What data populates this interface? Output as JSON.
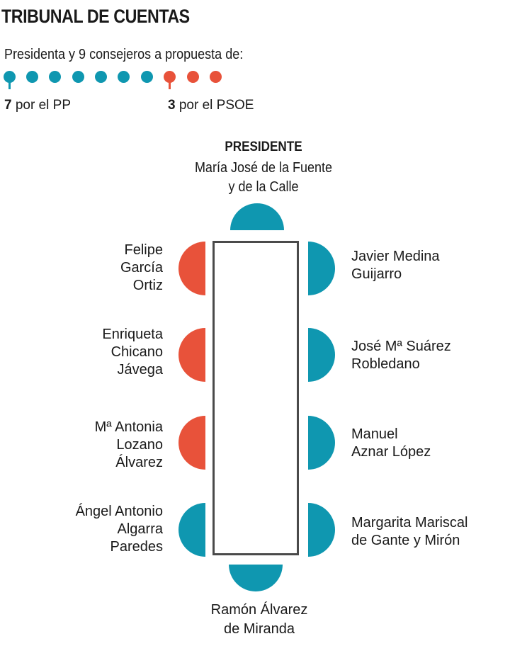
{
  "colors": {
    "pp": "#0f97b0",
    "psoe": "#e8523a",
    "table_border": "#4a4a4a"
  },
  "title": "TRIBUNAL DE CUENTAS",
  "subtitle": "Presidenta y 9 consejeros a propuesta de:",
  "dots": [
    "pp",
    "pp",
    "pp",
    "pp",
    "pp",
    "pp",
    "pp",
    "psoe",
    "psoe",
    "psoe"
  ],
  "legend": {
    "pp": {
      "count": "7",
      "text": " por el PP"
    },
    "psoe": {
      "count": "3",
      "text": " por el PSOE"
    }
  },
  "president": {
    "label": "PRESIDENTE",
    "name_line1": "María José de la Fuente",
    "name_line2": "y de la Calle",
    "party": "pp"
  },
  "left_seats": [
    {
      "lines": [
        "Felipe",
        "García",
        "Ortiz"
      ],
      "party": "psoe"
    },
    {
      "lines": [
        "Enriqueta",
        "Chicano",
        "Jávega"
      ],
      "party": "psoe"
    },
    {
      "lines": [
        "Mª Antonia",
        "Lozano",
        "Álvarez"
      ],
      "party": "psoe"
    },
    {
      "lines": [
        "Ángel Antonio",
        "Algarra",
        "Paredes"
      ],
      "party": "pp"
    }
  ],
  "right_seats": [
    {
      "lines": [
        "Javier Medina",
        "Guijarro"
      ],
      "party": "pp"
    },
    {
      "lines": [
        "José Mª Suárez",
        "Robledano"
      ],
      "party": "pp"
    },
    {
      "lines": [
        "Manuel",
        "Aznar López"
      ],
      "party": "pp"
    },
    {
      "lines": [
        "Margarita Mariscal",
        "de Gante y Mirón"
      ],
      "party": "pp"
    }
  ],
  "bottom_seat": {
    "lines": [
      "Ramón Álvarez",
      "de Miranda"
    ],
    "party": "pp"
  }
}
